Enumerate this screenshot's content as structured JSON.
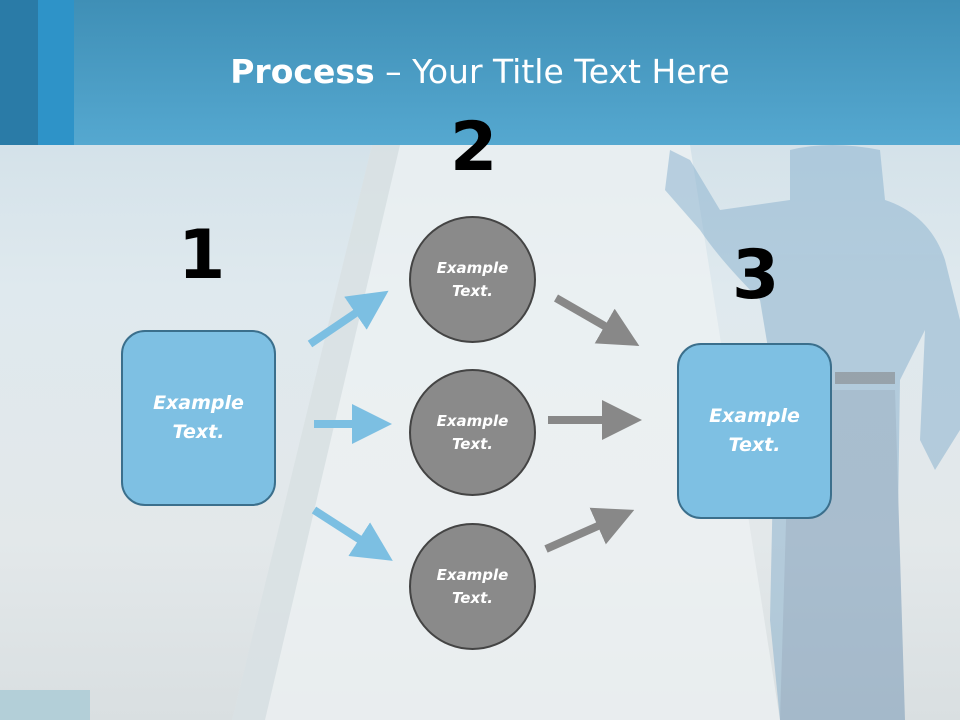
{
  "title": {
    "bold": "Process",
    "rest": " – Your Title Text Here"
  },
  "steps": {
    "one": {
      "number": "1",
      "text": "Example Text."
    },
    "two": {
      "number": "2"
    },
    "three": {
      "number": "3",
      "text": "Example Text."
    }
  },
  "circles": [
    {
      "text": "Example Text."
    },
    {
      "text": "Example Text."
    },
    {
      "text": "Example Text."
    }
  ],
  "colors": {
    "header": "#55a8d0",
    "box": "#7ec0e3",
    "circle": "#8a8a8a",
    "arrow_blue": "#7cbfe2",
    "arrow_gray": "#888888"
  }
}
